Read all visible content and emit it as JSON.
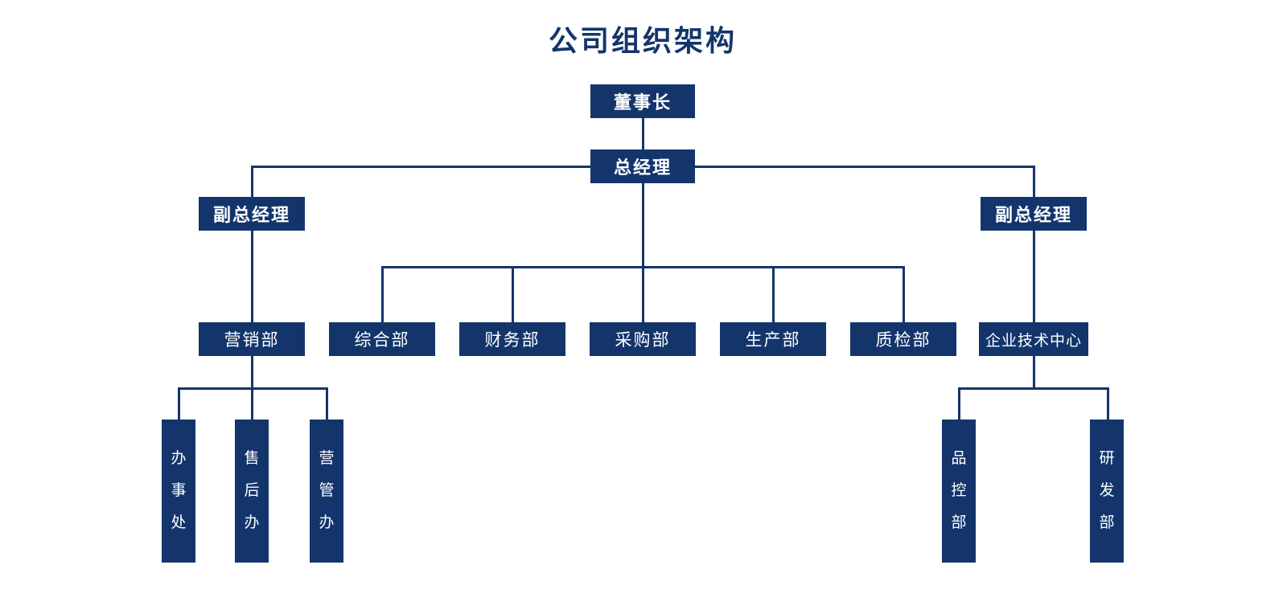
{
  "title": "公司组织架构",
  "colors": {
    "node_fill": "#14356B",
    "node_text": "#FFFFFF",
    "connector_line": "#14356B",
    "title_text": "#14356B",
    "background": "#FFFFFF"
  },
  "nodes": {
    "chairman": {
      "label": "董事长"
    },
    "general_manager": {
      "label": "总经理"
    },
    "deputy_gm_left": {
      "label": "副总经理"
    },
    "deputy_gm_right": {
      "label": "副总经理"
    },
    "departments": [
      {
        "label": "营销部"
      },
      {
        "label": "综合部"
      },
      {
        "label": "财务部"
      },
      {
        "label": "采购部"
      },
      {
        "label": "生产部"
      },
      {
        "label": "质检部"
      },
      {
        "label": "企业技术中心"
      }
    ],
    "marketing_sub": [
      {
        "label": "办事处"
      },
      {
        "label": "售后办"
      },
      {
        "label": "营管办"
      }
    ],
    "tech_center_sub": [
      {
        "label": "品控部"
      },
      {
        "label": "研发部"
      }
    ]
  }
}
